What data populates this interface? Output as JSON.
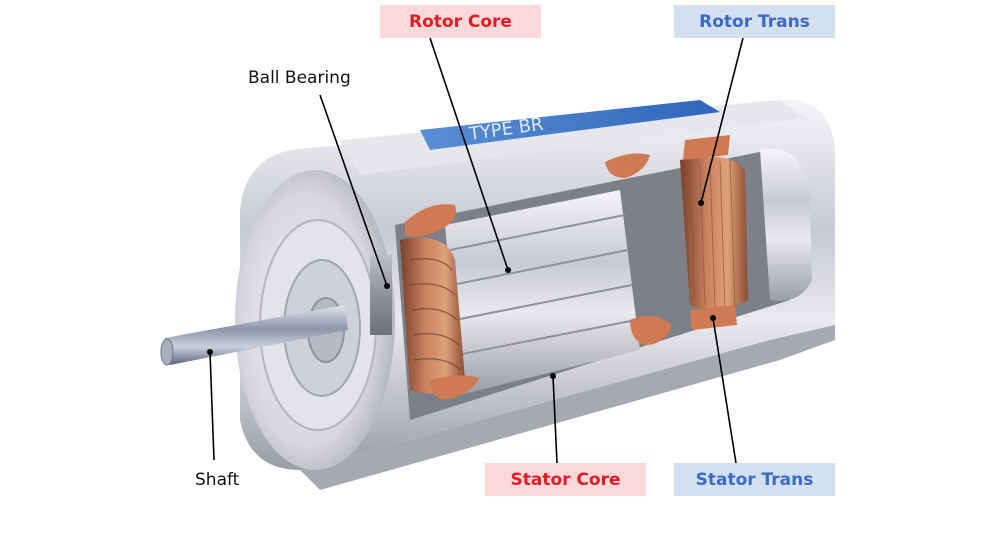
{
  "diagram": {
    "subject": "Cutaway illustration of a brushless resolver / motor assembly",
    "labels": {
      "rotor_core": "Rotor Core",
      "rotor_trans": "Rotor Trans",
      "stator_core": "Stator Core",
      "stator_trans": "Stator Trans",
      "ball_bearing": "Ball Bearing",
      "shaft": "Shaft"
    },
    "casing_label_text": "TYPE BR",
    "colors": {
      "core_label_text": "#e31b23",
      "core_label_bg": "#fbd9da",
      "trans_label_text": "#3a6bc6",
      "trans_label_bg": "#d4dff0",
      "leader_line": "#000000",
      "copper_winding": "#c8744f",
      "steel": "#c9ccd4",
      "casing_band_blue": "#3f7fd0"
    }
  }
}
